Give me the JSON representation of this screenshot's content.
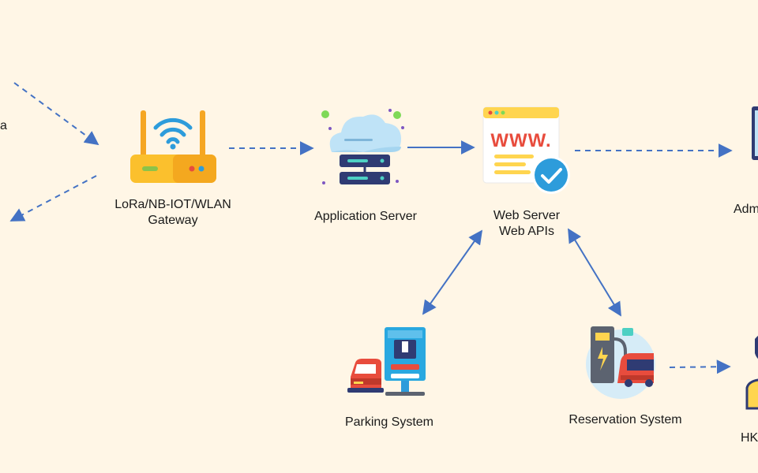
{
  "nodes": {
    "partial_left": {
      "label": "a"
    },
    "gateway": {
      "line1": "LoRa/NB-IOT/WLAN",
      "line2": "Gateway",
      "icon": "wifi-router-icon"
    },
    "app_server": {
      "label": "Application Server",
      "icon": "cloud-server-icon"
    },
    "web_server": {
      "line1": "Web Server",
      "line2": "Web APIs",
      "icon": "website-check-icon"
    },
    "admin": {
      "label": "Adm",
      "icon": "monitor-icon"
    },
    "parking": {
      "label": "Parking System",
      "icon": "parking-meter-car-icon"
    },
    "reservation": {
      "label": "Reservation System",
      "icon": "charging-station-car-icon"
    },
    "hk": {
      "label": "HK",
      "icon": "user-icon"
    }
  },
  "colors": {
    "background": "#fff6e6",
    "arrow": "#4472c4",
    "router_body": "#fbc02d",
    "router_antenna": "#f5a623",
    "cloud": "#bfe3f7",
    "server": "#2f3b73",
    "server_accent": "#4dd0c3",
    "browser": "#ffffff",
    "www_red": "#e84c3d",
    "check": "#2d9cdb",
    "parking_blue": "#29a8e0",
    "car_red": "#e84c3d",
    "charger_gray": "#5c6370"
  }
}
